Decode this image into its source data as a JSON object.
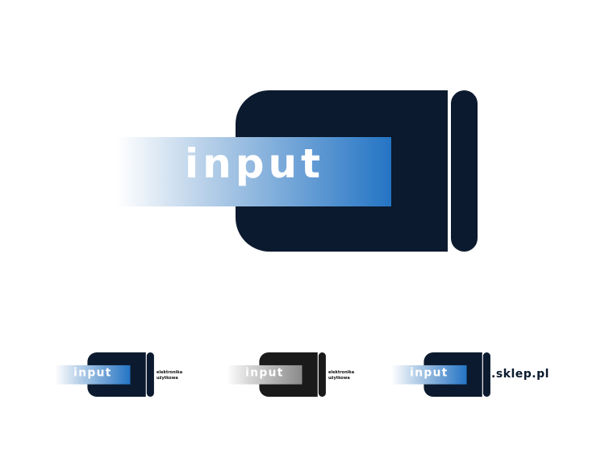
{
  "logo_word": "input",
  "tagline": [
    "elektronika",
    "użytkowa"
  ],
  "domain_suffix": ".sklep.pl",
  "colors": {
    "dark": "#0b1a2e",
    "accent": "#2474c4",
    "gray_dark": "#1a1a1a"
  }
}
